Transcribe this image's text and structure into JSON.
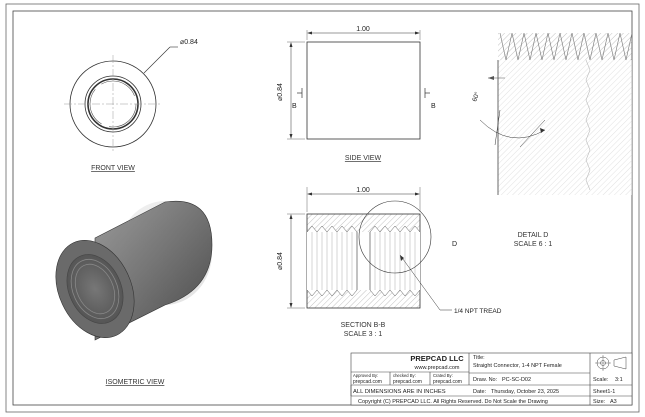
{
  "views": {
    "front": "FRONT VIEW",
    "side": "SIDE VIEW",
    "isometric": "ISOMETRIC VIEW",
    "section_title": "SECTION B-B",
    "section_scale": "SCALE 3 : 1",
    "detail_title": "DETAIL D",
    "detail_scale": "SCALE 6 : 1"
  },
  "dimensions": {
    "front_dia": "⌀0.84",
    "side_length": "1.00",
    "side_dia": "⌀0.84",
    "section_marker": "B",
    "section_length": "1.00",
    "section_dia": "⌀0.84",
    "detail_marker": "D",
    "thread_callout": "1/4 NPT TREAD",
    "detail_angle": "60°"
  },
  "title_block": {
    "company": "PREPCAD LLC",
    "website": "www.prepcad.com",
    "title_label": "Title:",
    "title_value": "Straight Connector, 1-4 NPT Female",
    "approved_label": "Approved By:",
    "approved_value": "prepcad.com",
    "checked_label": "checked By:",
    "checked_value": "prepcad.com",
    "created_label": "Crated By:",
    "created_value": "prepcad.com",
    "draw_no_label": "Draw. No:",
    "draw_no_value": "PC-SC-D02",
    "date_label": "Date:",
    "date_value": "Thursday, October 23, 2025",
    "units_note": "ALL DIMENSIONS ARE IN INCHES",
    "copyright": "Copyright (C)  PREPCAD LLC. All Rights Reserved. Do Not Scale the Drawing",
    "scale_label": "Scale:",
    "scale_value": "3:1",
    "sheet_value": "Sheet1-1",
    "size_label": "Size:",
    "size_value": "A3",
    "projection_icon": "third-angle-projection-icon"
  }
}
